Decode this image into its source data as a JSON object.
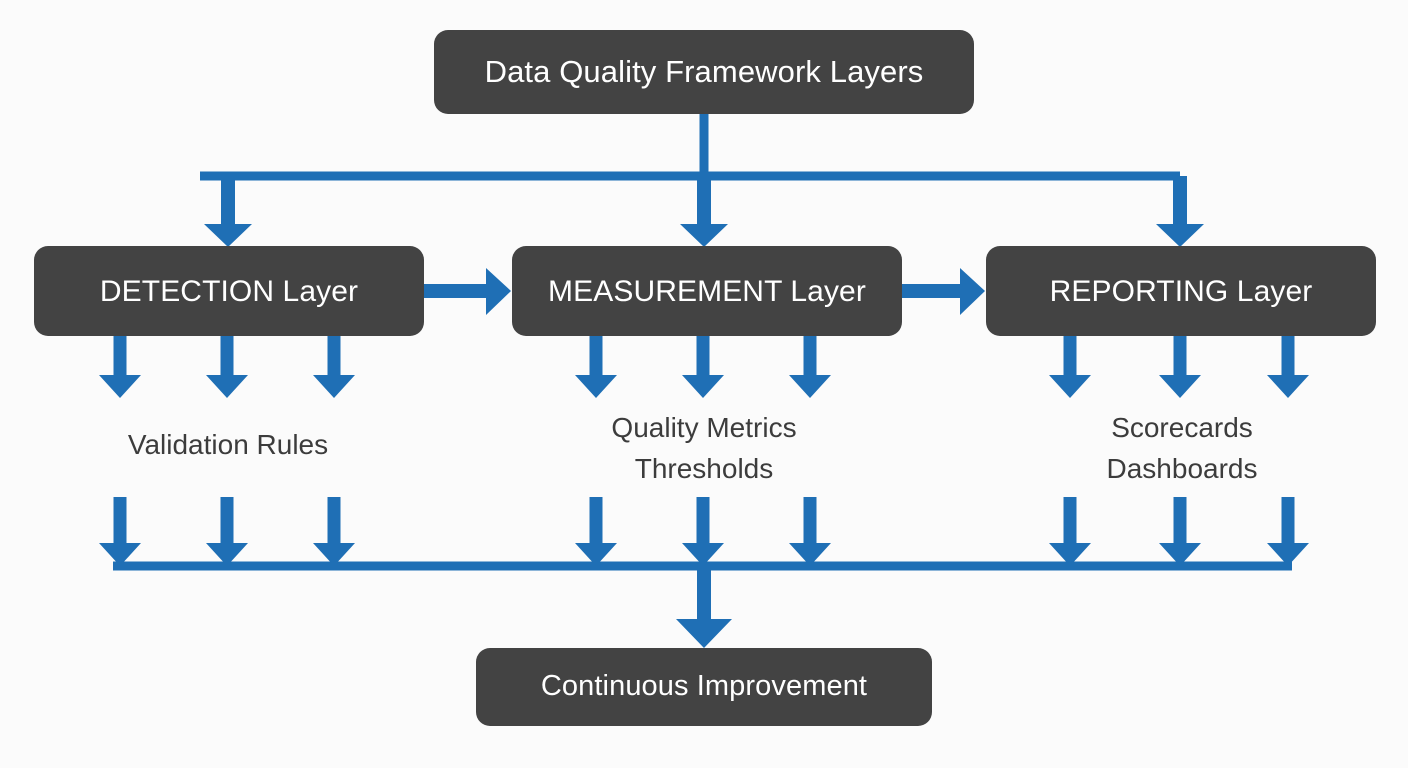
{
  "diagram": {
    "title": "Data Quality Framework Layers",
    "background_color": "#fbfbfb",
    "node_color": "#434343",
    "node_text_color": "#ffffff",
    "arrow_color": "#1f6fb5",
    "leaf_text_color": "#3c3c3c"
  },
  "root": {
    "label": "Data Quality Framework Layers"
  },
  "layers": [
    {
      "id": "detection",
      "label": "DETECTION Layer",
      "leaf_lines": [
        "Validation Rules"
      ]
    },
    {
      "id": "measurement",
      "label": "MEASUREMENT Layer",
      "leaf_lines": [
        "Quality Metrics",
        "Thresholds"
      ]
    },
    {
      "id": "reporting",
      "label": "REPORTING Layer",
      "leaf_lines": [
        "Scorecards",
        "Dashboards"
      ]
    }
  ],
  "outcome": {
    "label": "Continuous Improvement"
  },
  "icons": {
    "arrow_down": "arrow-down-icon",
    "arrow_right": "arrow-right-icon",
    "bus_line": "connector-line-icon"
  }
}
